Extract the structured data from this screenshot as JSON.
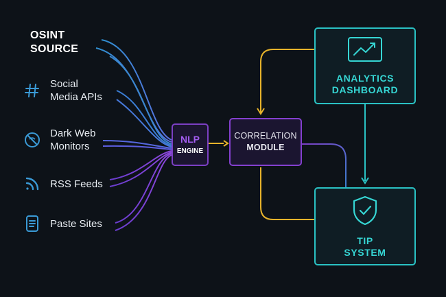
{
  "sources": {
    "title_line1": "OSINT",
    "title_line2": "SOURCE",
    "items": [
      {
        "icon": "hashtag-icon",
        "line1": "Social",
        "line2": "Media APIs"
      },
      {
        "icon": "dark-web-icon",
        "line1": "Dark Web",
        "line2": "Monitors"
      },
      {
        "icon": "rss-icon",
        "line1": "RSS Feeds",
        "line2": ""
      },
      {
        "icon": "document-icon",
        "line1": "Paste Sites",
        "line2": ""
      }
    ]
  },
  "nlp": {
    "line1": "NLP",
    "line2": "ENGINE"
  },
  "correlation": {
    "line1": "CORRELATION",
    "line2": "MODULE"
  },
  "dashboard": {
    "line1": "ANALYTICS",
    "line2": "DASHBOARD",
    "icon": "line-chart-icon"
  },
  "tip": {
    "line1": "TIP",
    "line2": "SYSTEM",
    "icon": "shield-check-icon"
  },
  "colors": {
    "background": "#0d1218",
    "purple": "#7c3fc4",
    "teal": "#2ac2c4",
    "yellow": "#e7b32b",
    "blue": "#2f8fd0"
  }
}
